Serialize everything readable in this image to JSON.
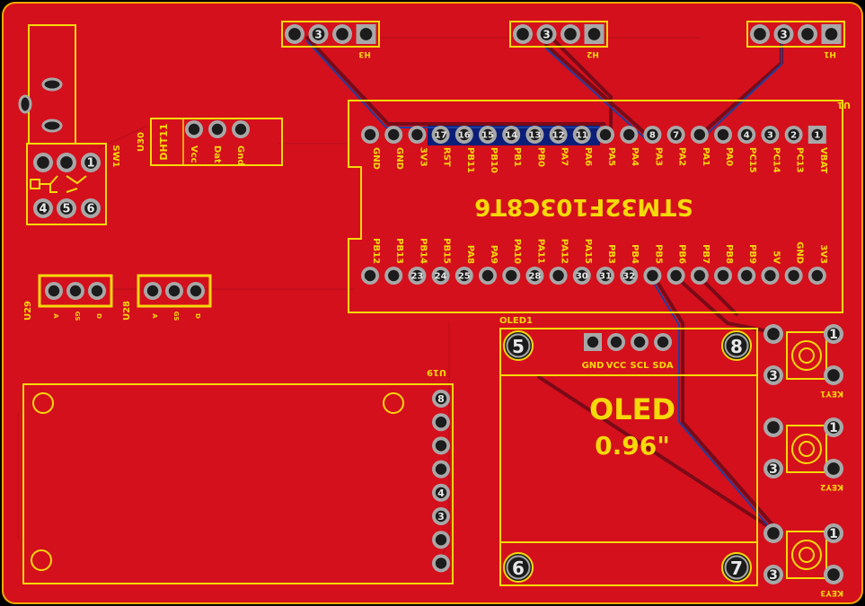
{
  "colors": {
    "board": "#d4101c",
    "silk": "#f5d90a",
    "pad_ring": "#a8a8a8",
    "pad_hole": "#1c1c1c",
    "trace_dark": "#7a0a18",
    "trace_blue": "#1e3ea0",
    "navy_fill": "#0b1e78"
  },
  "mcu": {
    "ref": "U1",
    "part": "STM32F103C8T6",
    "top_labels": [
      "GND",
      "GND",
      "3V3",
      "RST",
      "PB11",
      "PB10",
      "PB1",
      "PB0",
      "PA7",
      "PA6",
      "PA5",
      "PA4",
      "PA3",
      "PA2",
      "PA1",
      "PA0",
      "PC15",
      "PC14",
      "PC13",
      "VBAT"
    ],
    "top_nums": [
      "",
      "",
      "",
      "17",
      "16",
      "15",
      "14",
      "13",
      "12",
      "11",
      "",
      "",
      "8",
      "7",
      "",
      "",
      "4",
      "3",
      "2",
      "1"
    ],
    "bottom_labels": [
      "PB12",
      "PB13",
      "PB14",
      "PB15",
      "PA8",
      "PA9",
      "PA10",
      "PA11",
      "PA12",
      "PA15",
      "PB3",
      "PB4",
      "PB5",
      "PB6",
      "PB7",
      "PB8",
      "PB9",
      "5V",
      "GND",
      "3V3"
    ],
    "bottom_nums": [
      "",
      "",
      "23",
      "24",
      "25",
      "",
      "",
      "28",
      "",
      "30",
      "31",
      "32",
      "",
      "",
      "",
      "",
      "",
      "",
      "",
      ""
    ]
  },
  "headers": [
    {
      "ref": "H3",
      "pin_label": "3"
    },
    {
      "ref": "H2",
      "pin_label": "3"
    },
    {
      "ref": "H1",
      "pin_label": "3"
    }
  ],
  "sensor": {
    "ref": "U30",
    "part": "DHT11",
    "pins": [
      "Vcc",
      "Dat",
      "Gnd"
    ]
  },
  "switch": {
    "ref": "SW1",
    "pins_top": [
      "",
      "",
      "1"
    ],
    "pins_bottom": [
      "4",
      "5",
      "6"
    ]
  },
  "sensor_modules": [
    {
      "ref": "U29",
      "pins": [
        "A",
        "GS",
        "D"
      ]
    },
    {
      "ref": "U28",
      "pins": [
        "A",
        "GS",
        "D"
      ]
    }
  ],
  "module_u19": {
    "ref": "U19",
    "pins": [
      "8",
      "",
      "",
      "",
      "4",
      "3",
      "",
      ""
    ]
  },
  "oled": {
    "ref": "OLED1",
    "title": "OLED",
    "size": "0.96\"",
    "pins": [
      "GND",
      "VCC",
      "SCL",
      "SDA"
    ],
    "corners": [
      "5",
      "8",
      "6",
      "7"
    ]
  },
  "keys": [
    {
      "ref": "KEY1",
      "pin_a": "1",
      "pin_b": "3"
    },
    {
      "ref": "KEY2",
      "pin_a": "1",
      "pin_b": "3"
    },
    {
      "ref": "KEY3",
      "pin_a": "1",
      "pin_b": "3"
    }
  ]
}
